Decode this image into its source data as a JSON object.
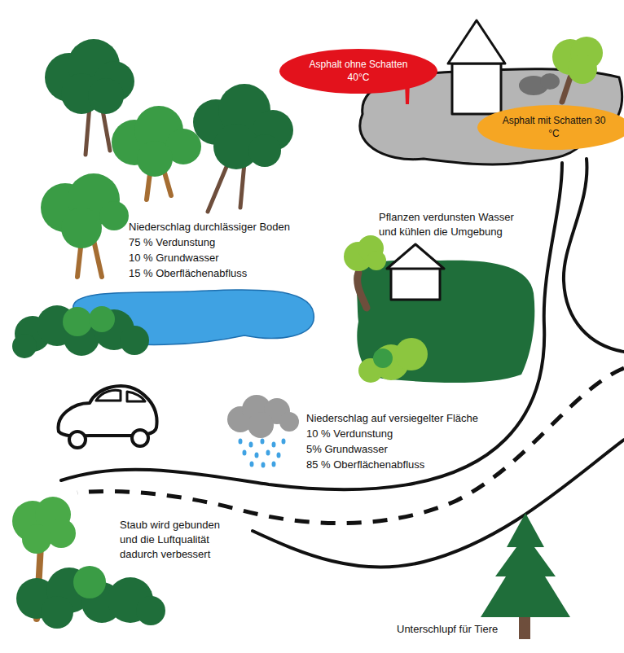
{
  "diagram": {
    "nodes": [
      {
        "text": [
          "Asphalt ohne Schatten 40°C"
        ]
      },
      {
        "text": [
          "Asphalt mit Schatten 30 °C"
        ]
      }
    ],
    "labels": [
      "Niederschlag durchlässiger Boden",
      "75 % Verdunstung",
      "10 % Grundwasser",
      "15 % Oberflächenabfluss",
      "Pflanzen verdunsten Wasser und kühlen die Umgebung",
      "Niederschlag auf versiegelter Fläche",
      "10 % Verdunstung",
      "5% Grundwasser",
      "85 % Oberflächenabfluss",
      "Staub wird gebunden und die Luftqualität dadurch verbessert",
      "Unterschlupf für Tiere"
    ]
  }
}
